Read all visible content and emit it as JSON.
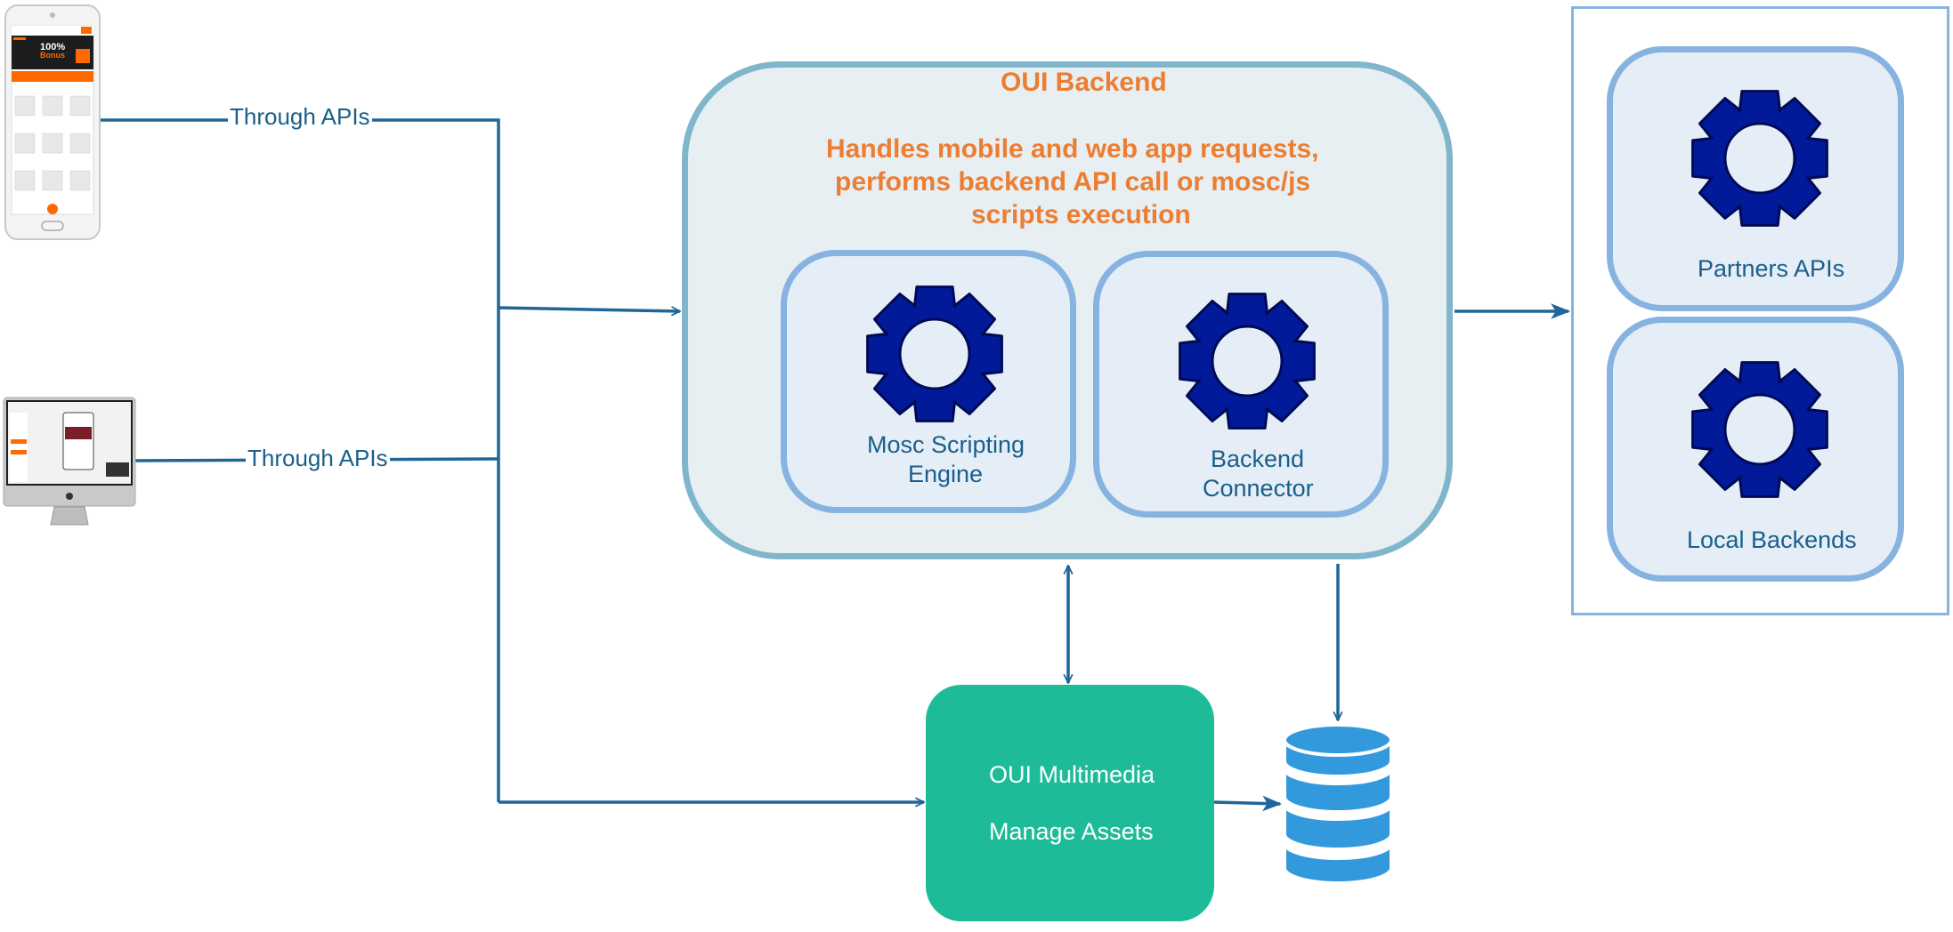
{
  "edges": {
    "mobile_label": "Through APIs",
    "desktop_label": "Through APIs"
  },
  "backend": {
    "title": "OUI Backend",
    "description_lines": [
      "Handles mobile and web app requests,",
      "performs backend API call or mosc/js",
      "scripts execution"
    ],
    "components": [
      {
        "label_lines": [
          "Mosc Scripting",
          "Engine"
        ],
        "icon": "gear-icon"
      },
      {
        "label_lines": [
          "Backend",
          "Connector"
        ],
        "icon": "gear-icon"
      }
    ]
  },
  "external": {
    "items": [
      {
        "label": "Partners APIs",
        "icon": "gear-icon"
      },
      {
        "label": "Local Backends",
        "icon": "gear-icon"
      }
    ]
  },
  "multimedia": {
    "title": "OUI Multimedia",
    "subtitle": "Manage Assets"
  },
  "phone_screen": {
    "promo_text": "100%",
    "promo_sub": "Bonus"
  },
  "colors": {
    "line": "#1f6699",
    "gear_fill": "#001a99",
    "gear_stroke": "#000a55",
    "orange": "#ed7d31",
    "teal": "#1dbb98",
    "db_blue": "#3399dd"
  }
}
